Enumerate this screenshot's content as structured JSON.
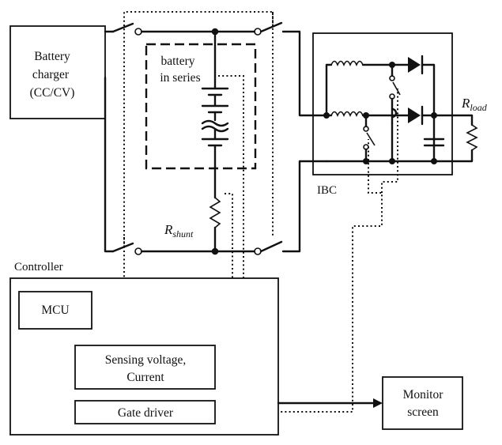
{
  "charger": {
    "line1": "Battery",
    "line2": "charger",
    "line3": "(CC/CV)"
  },
  "battery": {
    "line1": "battery",
    "line2": "in series"
  },
  "shunt": {
    "symbol": "R",
    "subscript": "shunt"
  },
  "ibc": {
    "label": "IBC"
  },
  "load": {
    "symbol": "R",
    "subscript": "load"
  },
  "controller": {
    "label": "Controller",
    "mcu": "MCU",
    "sensing_line1": "Sensing voltage,",
    "sensing_line2": "Current",
    "gate_driver": "Gate driver"
  },
  "monitor": {
    "line1": "Monitor",
    "line2": "screen"
  }
}
